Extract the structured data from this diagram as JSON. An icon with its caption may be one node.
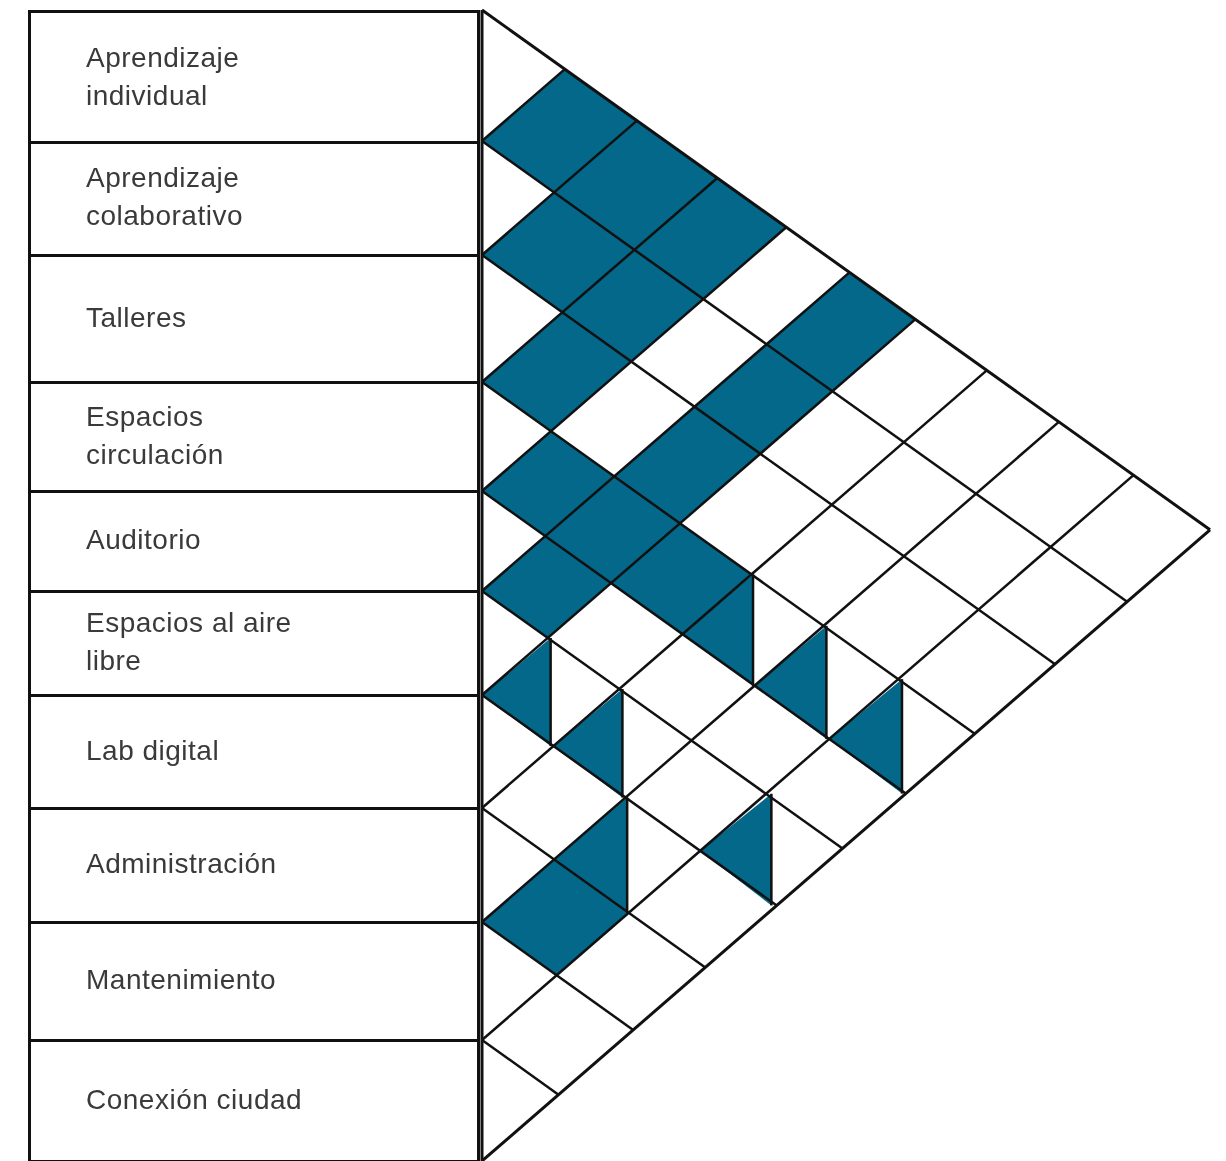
{
  "diagram": {
    "nodes": [
      {
        "text": [
          "Aprendizaje individual"
        ]
      },
      {
        "text": [
          "Aprendizaje colaborativo"
        ]
      },
      {
        "text": [
          "Talleres"
        ]
      },
      {
        "text": [
          "Espacios circulación"
        ]
      },
      {
        "text": [
          "Auditorio"
        ]
      },
      {
        "text": [
          "Espacios al aire libre"
        ]
      },
      {
        "text": [
          "Lab digital"
        ]
      },
      {
        "text": [
          "Administración"
        ]
      },
      {
        "text": [
          "Mantenimiento"
        ]
      },
      {
        "text": [
          "Conexión ciudad"
        ]
      }
    ]
  }
}
